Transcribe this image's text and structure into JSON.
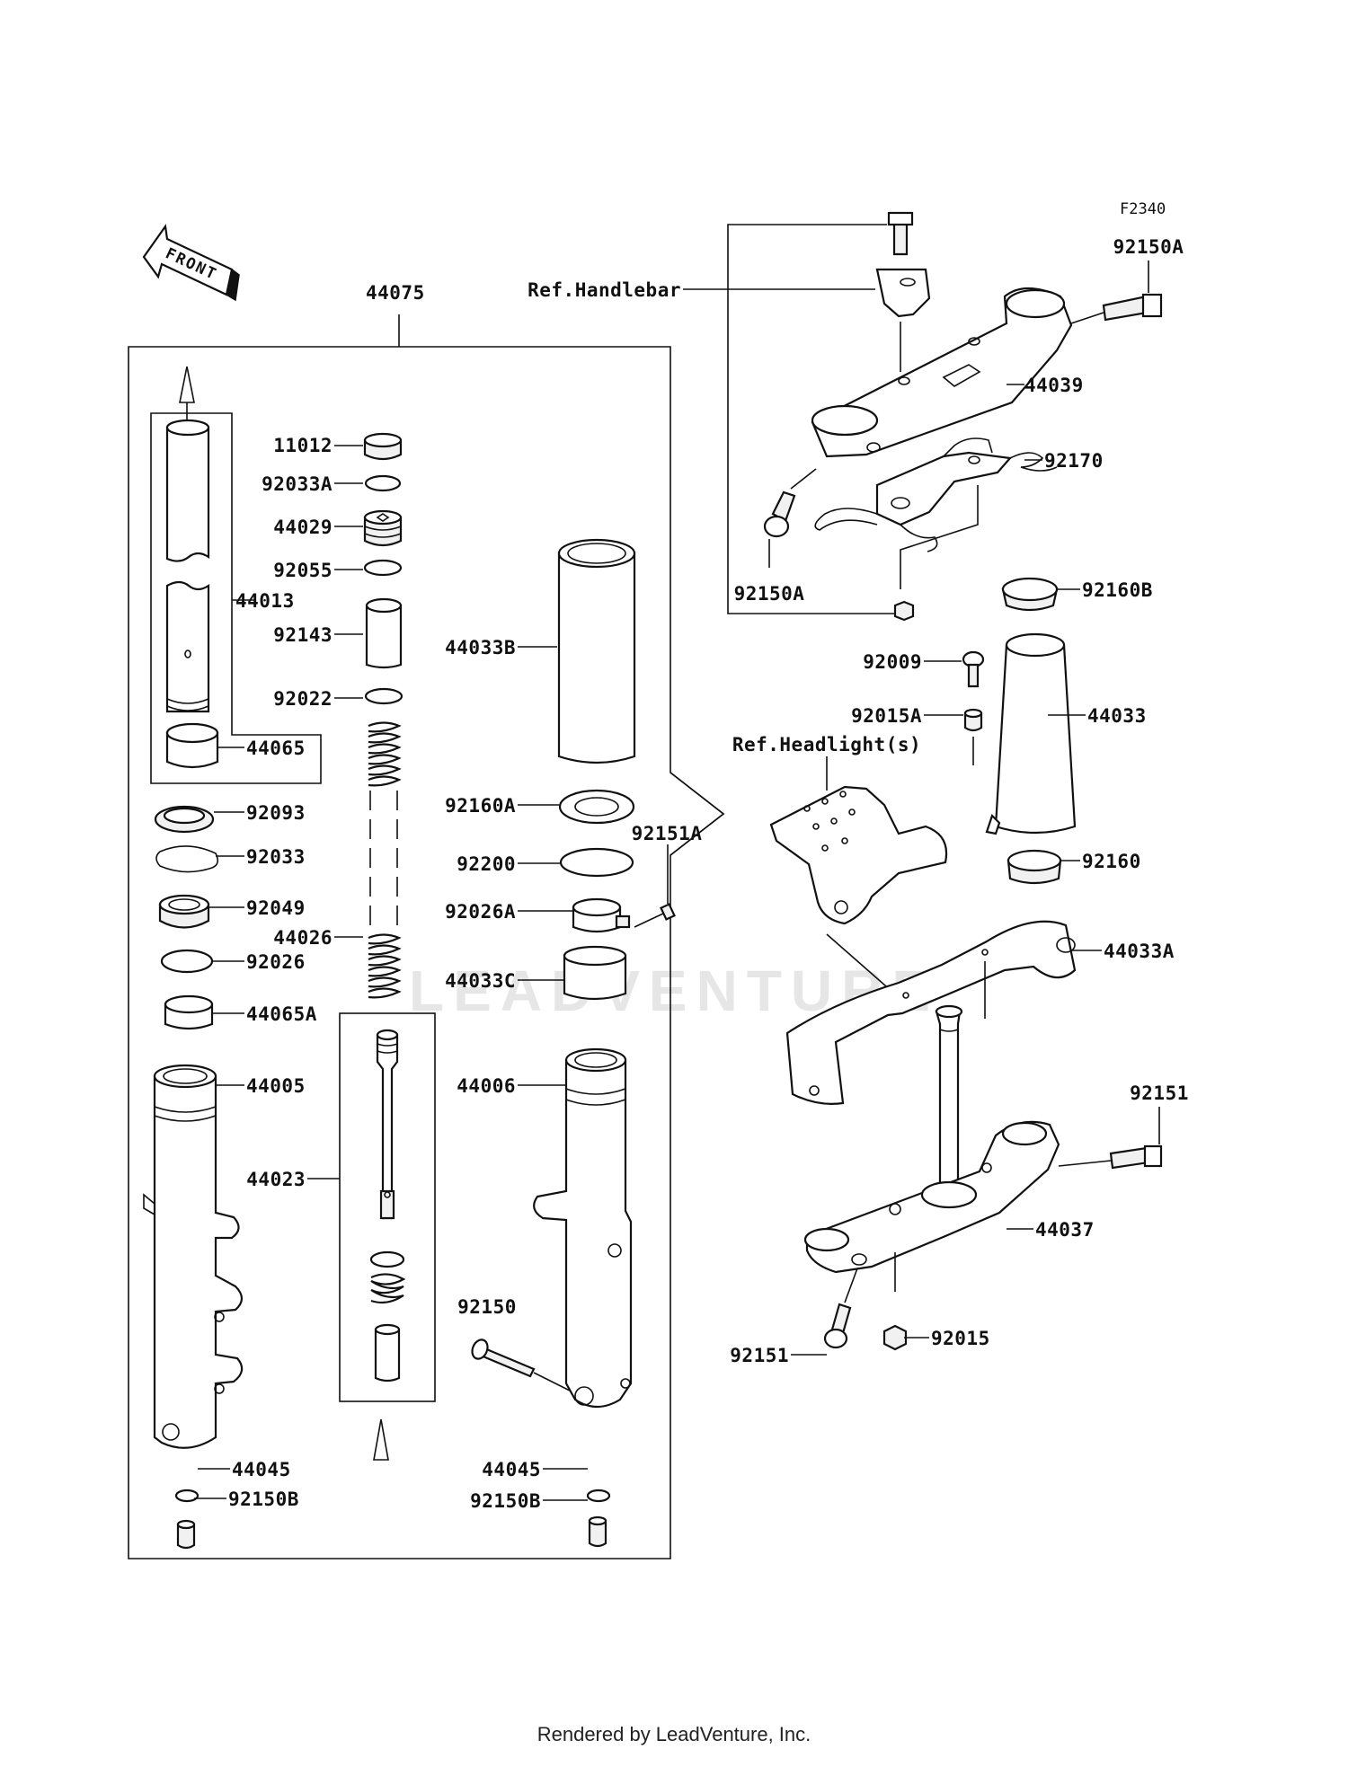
{
  "diagram": {
    "code": "F2340",
    "front_label": "FRONT",
    "watermark": "LEADVENTURE",
    "footer": "Rendered by LeadVenture, Inc.",
    "callouts": [
      {
        "id": "44075",
        "text": "44075"
      },
      {
        "id": "11012",
        "text": "11012"
      },
      {
        "id": "92033A",
        "text": "92033A"
      },
      {
        "id": "44029",
        "text": "44029"
      },
      {
        "id": "92055",
        "text": "92055"
      },
      {
        "id": "44013",
        "text": "44013"
      },
      {
        "id": "92143",
        "text": "92143"
      },
      {
        "id": "92022",
        "text": "92022"
      },
      {
        "id": "44065",
        "text": "44065"
      },
      {
        "id": "92093",
        "text": "92093"
      },
      {
        "id": "92033",
        "text": "92033"
      },
      {
        "id": "92049",
        "text": "92049"
      },
      {
        "id": "44026",
        "text": "44026"
      },
      {
        "id": "92026",
        "text": "92026"
      },
      {
        "id": "44065A",
        "text": "44065A"
      },
      {
        "id": "44005",
        "text": "44005"
      },
      {
        "id": "44023",
        "text": "44023"
      },
      {
        "id": "44045-left",
        "text": "44045"
      },
      {
        "id": "92150B-left",
        "text": "92150B"
      },
      {
        "id": "44033B",
        "text": "44033B"
      },
      {
        "id": "92160A",
        "text": "92160A"
      },
      {
        "id": "92151A",
        "text": "92151A"
      },
      {
        "id": "92200",
        "text": "92200"
      },
      {
        "id": "92026A",
        "text": "92026A"
      },
      {
        "id": "44033C",
        "text": "44033C"
      },
      {
        "id": "44006",
        "text": "44006"
      },
      {
        "id": "92150",
        "text": "92150"
      },
      {
        "id": "44045-right",
        "text": "44045"
      },
      {
        "id": "92150B-right",
        "text": "92150B"
      },
      {
        "id": "92150A-top",
        "text": "92150A"
      },
      {
        "id": "44039",
        "text": "44039"
      },
      {
        "id": "92170",
        "text": "92170"
      },
      {
        "id": "92150A-bottom",
        "text": "92150A"
      },
      {
        "id": "92160B",
        "text": "92160B"
      },
      {
        "id": "92009",
        "text": "92009"
      },
      {
        "id": "92015A",
        "text": "92015A"
      },
      {
        "id": "44033",
        "text": "44033"
      },
      {
        "id": "92160",
        "text": "92160"
      },
      {
        "id": "44033A",
        "text": "44033A"
      },
      {
        "id": "92151-top",
        "text": "92151"
      },
      {
        "id": "44037",
        "text": "44037"
      },
      {
        "id": "92151-bottom",
        "text": "92151"
      },
      {
        "id": "92015",
        "text": "92015"
      }
    ],
    "references": [
      {
        "id": "ref-handlebar",
        "text": "Ref.Handlebar"
      },
      {
        "id": "ref-headlight",
        "text": "Ref.Headlight(s)"
      }
    ]
  }
}
